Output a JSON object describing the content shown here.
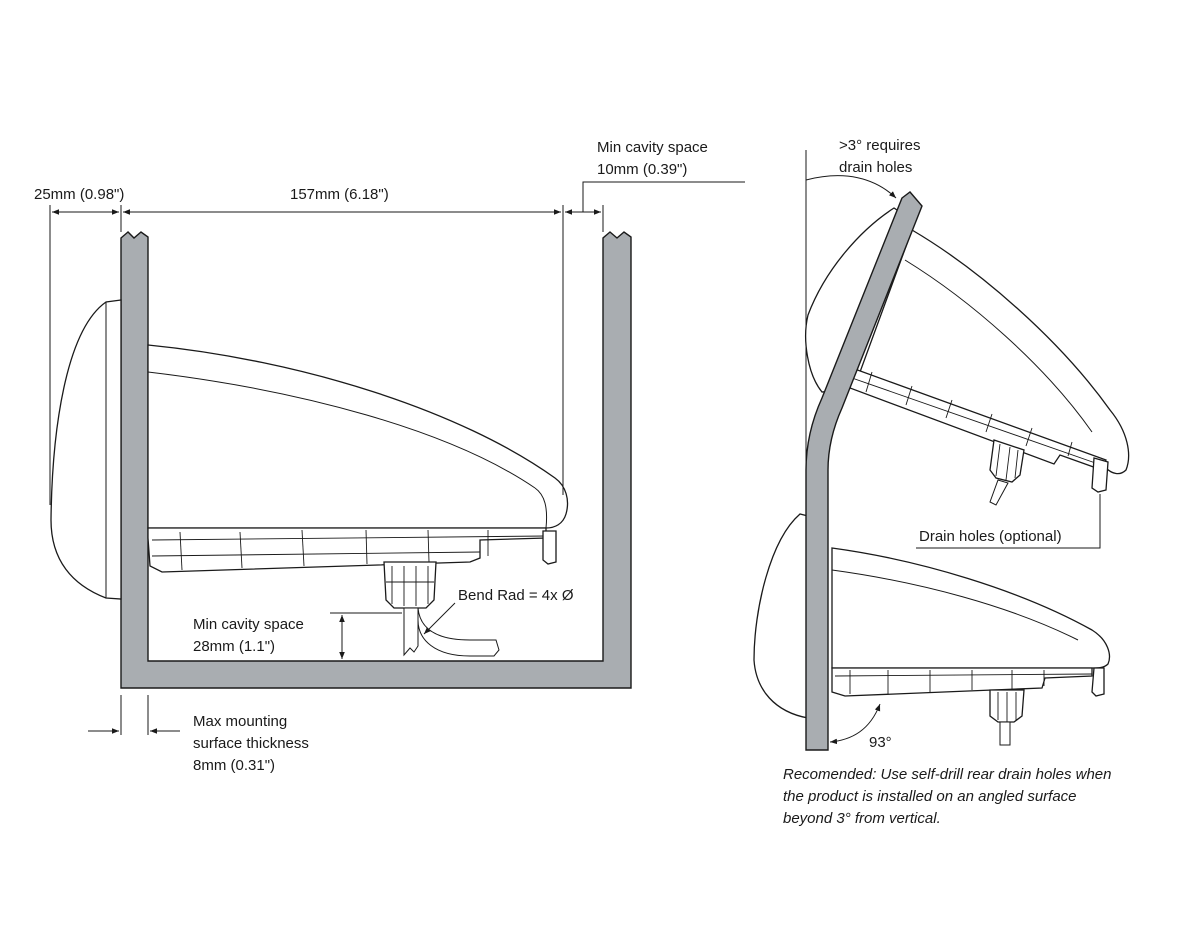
{
  "labels": {
    "front_depth": "25mm (0.98\")",
    "body_depth": "157mm (6.18\")",
    "rear_cavity_title": "Min cavity space",
    "rear_cavity_value": "10mm (0.39\")",
    "bend_radius": "Bend Rad = 4x Ø",
    "bottom_cavity_title": "Min cavity space",
    "bottom_cavity_value": "28mm (1.1\")",
    "max_thickness_line1": "Max mounting",
    "max_thickness_line2": "surface thickness",
    "max_thickness_line3": "8mm (0.31\")",
    "drain_req_line1": ">3° requires",
    "drain_req_line2": "drain holes",
    "drain_holes": "Drain holes (optional)",
    "angle": "93°",
    "note_line1": "Recomended: Use self-drill rear drain holes when",
    "note_line2": "the product is installed on an angled surface",
    "note_line3": "beyond 3° from vertical."
  },
  "colors": {
    "wall_fill": "#a9adb1",
    "line": "#1a1a1a",
    "background": "#ffffff"
  }
}
